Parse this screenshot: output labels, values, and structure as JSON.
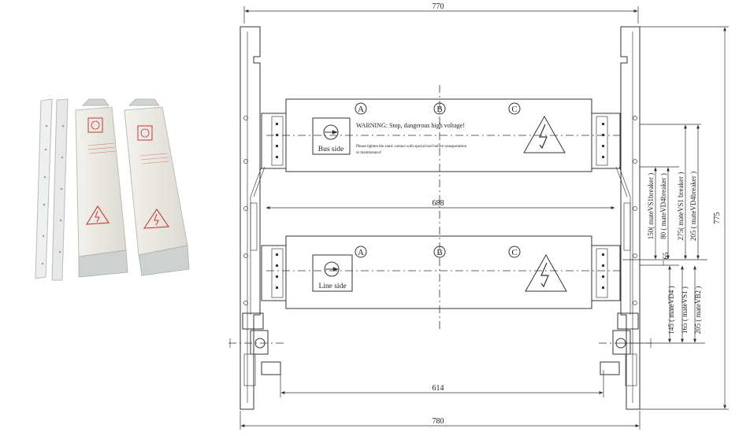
{
  "dimensions": {
    "top_width": "770",
    "bottom_width": "780",
    "inner_width": "688",
    "lower_inner_width": "614",
    "total_height": "775",
    "gap": "65"
  },
  "bus_panel": {
    "phase_a": "A",
    "phase_b": "B",
    "phase_c": "C",
    "side_label": "Bus side",
    "warning": "WARNING: Stop, dangerous high voltage!",
    "note_line1": "Please tighten the static contact with special tool before transportation",
    "note_line2": "or maintenance!"
  },
  "line_panel": {
    "phase_a": "A",
    "phase_b": "B",
    "phase_c": "C",
    "side_label": "Line side"
  },
  "right_dims": {
    "d150": "150( mateVS1breaker )",
    "d80": "80 ( mateVD4breaker )",
    "d275": "275( mateVS1 breaker )",
    "d205": "205 ( mateVD4breaker )",
    "d145": "145 ( mateVD4 )",
    "d165": "165 ( mateVS1 )",
    "d205b": "205 ( mateVB2 )"
  },
  "colors": {
    "panel": "#e9e7df",
    "metal": "#d7dad8",
    "warning_red": "#c8372d"
  }
}
